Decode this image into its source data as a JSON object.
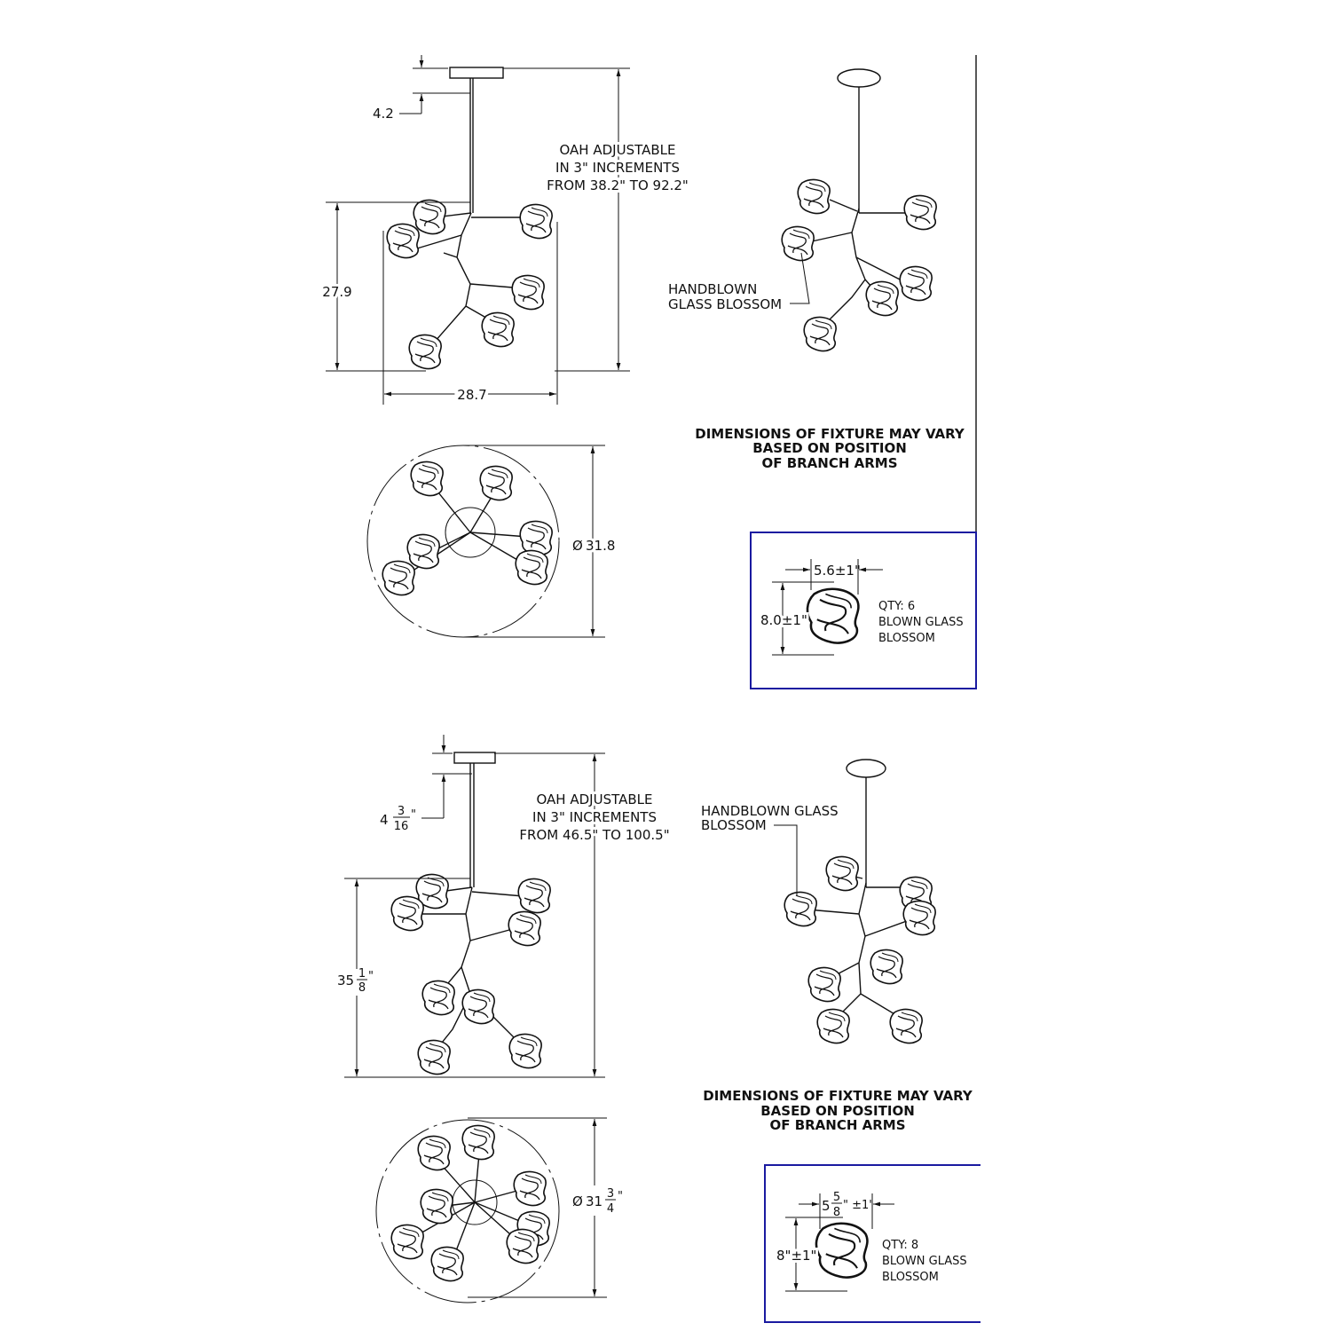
{
  "colors": {
    "line": "#111111",
    "detail_border": "#1a1aa0",
    "background": "#ffffff"
  },
  "fixture_6": {
    "canopy_height": "4.2",
    "oah_note": [
      "OAH ADJUSTABLE",
      "IN 3\" INCREMENTS",
      "FROM 38.2\" TO 92.2\""
    ],
    "height": "27.9",
    "width": "28.7",
    "diameter_symbol": "Ø",
    "diameter": "31.8",
    "callout": [
      "HANDBLOWN",
      "GLASS BLOSSOM"
    ],
    "note": [
      "DIMENSIONS OF FIXTURE MAY VARY",
      "BASED ON POSITION",
      "OF BRANCH ARMS"
    ],
    "detail": {
      "width": "5.6±1\"",
      "height": "8.0±1\"",
      "qty": "QTY: 6",
      "label": [
        "BLOWN GLASS",
        "BLOSSOM"
      ]
    }
  },
  "fixture_8": {
    "canopy_height_whole": "4",
    "canopy_height_num": "3",
    "canopy_height_den": "16",
    "inch": "\"",
    "oah_note": [
      "OAH ADJUSTABLE",
      "IN 3\" INCREMENTS",
      "FROM 46.5\" TO 100.5\""
    ],
    "height_whole": "35",
    "height_num": "1",
    "height_den": "8",
    "diameter_symbol": "Ø",
    "diameter_whole": "31",
    "diameter_num": "3",
    "diameter_den": "4",
    "callout": [
      "HANDBLOWN GLASS",
      "BLOSSOM"
    ],
    "note": [
      "DIMENSIONS OF FIXTURE MAY VARY",
      "BASED ON POSITION",
      "OF BRANCH ARMS"
    ],
    "detail": {
      "width_whole": "5",
      "width_num": "5",
      "width_den": "8",
      "width_tol": "\" ±1'",
      "height": "8\"±1\"",
      "qty": "QTY: 8",
      "label": [
        "BLOWN GLASS",
        "BLOSSOM"
      ]
    }
  }
}
